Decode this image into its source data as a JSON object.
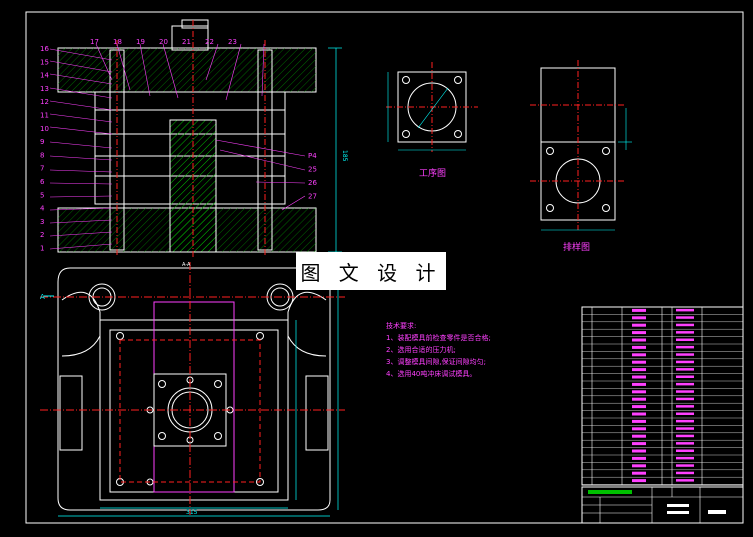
{
  "overlay_title": "图 文 设 计",
  "views": {
    "workpiece_label": "工序图",
    "strip_label": "排样图"
  },
  "tech_notes": {
    "title": "技术要求:",
    "items": [
      "1、装配模具前检查零件是否合格;",
      "2、选用合适的压力机;",
      "3、调整模具间隙,保证间隙均匀;",
      "4、选用40吨冲床调试模具。"
    ]
  },
  "part_numbers_left": [
    "16",
    "15",
    "14",
    "13",
    "12",
    "11",
    "10",
    "9",
    "8",
    "7",
    "6",
    "5",
    "4",
    "3",
    "2",
    "1"
  ],
  "part_numbers_top": [
    "17",
    "18",
    "19",
    "20",
    "21",
    "22",
    "23"
  ],
  "part_numbers_right": [
    "P4",
    "25",
    "26",
    "27"
  ],
  "dimension_labels": {
    "height": "185",
    "width": "315",
    "side": "A",
    "section": "A-A"
  },
  "colors": {
    "background": "#000000",
    "outline": "#ffffff",
    "hatch": "#00c000",
    "dimension": "#00ffff",
    "centerline": "#ff2020",
    "label": "#ff40ff",
    "frame": "#ffffff"
  }
}
